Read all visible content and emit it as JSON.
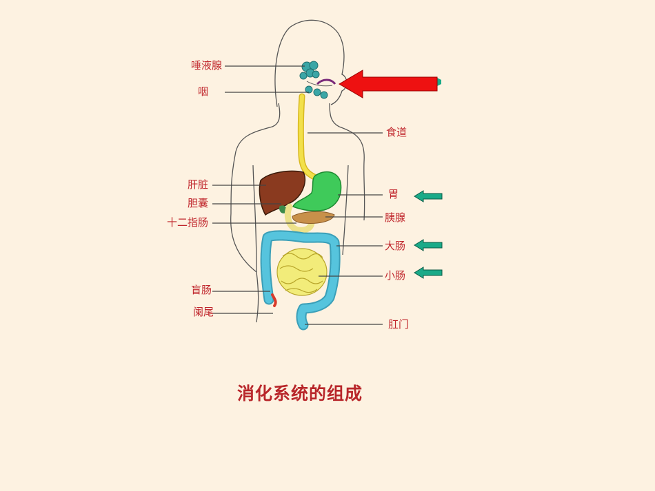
{
  "labels": {
    "salivary_gland": "唾液腺",
    "pharynx": "咽",
    "esophagus": "食道",
    "liver": "肝脏",
    "gallbladder": "胆囊",
    "duodenum": "十二指肠",
    "stomach": "胃",
    "pancreas": "胰腺",
    "large_intestine": "大肠",
    "small_intestine": "小肠",
    "cecum": "盲肠",
    "appendix": "阑尾",
    "anus": "肛门"
  },
  "title": "消化系统的组成",
  "colors": {
    "background": "#fdf2e1",
    "label_text": "#c0262c",
    "red_arrow": "#ee1111",
    "teal_arrow": "#1aaa88",
    "liver": "#8a3a1f",
    "stomach": "#3fca5a",
    "esophagus": "#f2e04a",
    "large_intestine": "#56c4dd",
    "small_intestine": "#f2ec7a",
    "salivary_gland": "#3aa6a6"
  },
  "icons": {
    "pointer_big": "red-arrow-left-icon",
    "pointer_small": "teal-arrow-left-icon"
  }
}
